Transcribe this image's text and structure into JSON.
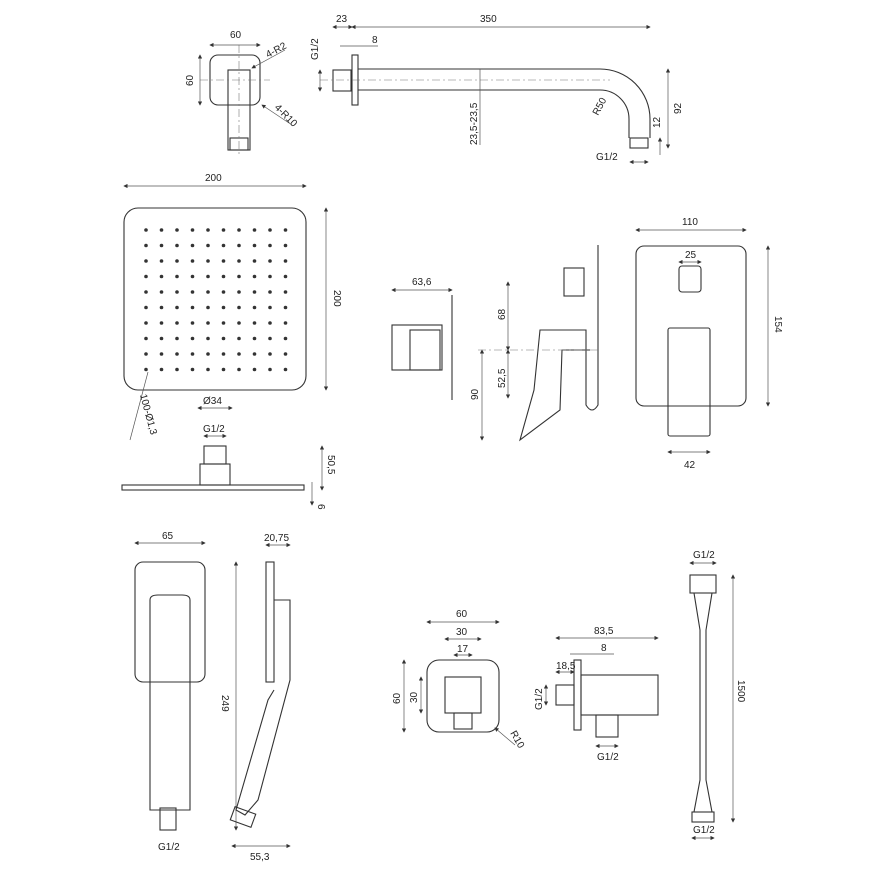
{
  "arm_front": {
    "width": "60",
    "height": "60",
    "r_small": "4-R2",
    "r_large": "4-R10"
  },
  "arm_side": {
    "flange": "23",
    "length": "350",
    "thread_in": "G1/2",
    "flange_thk": "8",
    "offset": "23,5-23,5",
    "bend": "R50",
    "drop": "92",
    "nipple": "12",
    "thread_out": "G1/2"
  },
  "head_top": {
    "width": "200",
    "height": "200",
    "holes": "100-Ø1,3"
  },
  "head_side": {
    "connector": "Ø34",
    "thread": "G1/2",
    "height": "50,5",
    "thickness": "6"
  },
  "valve": {
    "depth": "63,6",
    "upper": "68",
    "lower": "52,5",
    "total": "90",
    "plate_width": "110",
    "button": "25",
    "plate_height": "154",
    "lever": "42"
  },
  "hand_shower": {
    "width": "65",
    "thickness": "20,75",
    "length": "249",
    "thread": "G1/2",
    "reach": "55,3"
  },
  "elbow": {
    "width": "60",
    "inner": "30",
    "outlet": "17",
    "height": "60",
    "inner_h": "30",
    "radius": "R10",
    "depth": "83,5",
    "plate": "8",
    "offset": "18,5",
    "thread_in": "G1/2",
    "thread_out": "G1/2"
  },
  "hose": {
    "thread_top": "G1/2",
    "length": "1500",
    "thread_bottom": "G1/2"
  }
}
